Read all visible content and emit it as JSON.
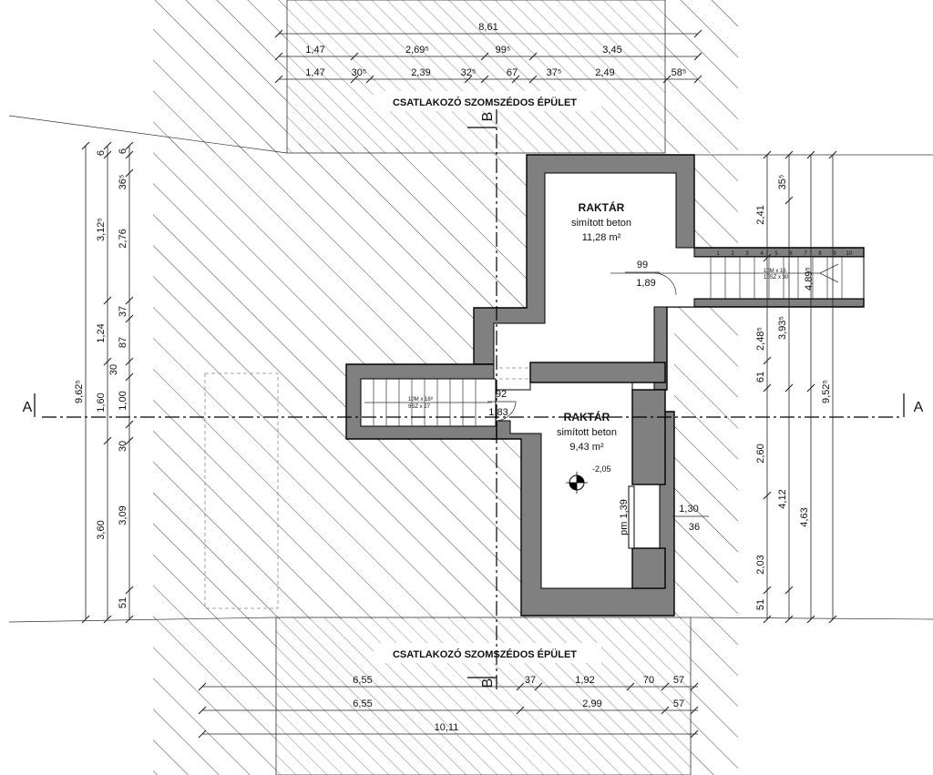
{
  "neighbor_label": "CSATLAKOZÓ SZOMSZÉDOS ÉPÜLET",
  "sections": {
    "a": "A",
    "b": "B"
  },
  "room1": {
    "name": "RAKTÁR",
    "finish": "simított beton",
    "area": "11,28 m²"
  },
  "room2": {
    "name": "RAKTÁR",
    "finish": "simított beton",
    "area": "9,43 m²"
  },
  "top_dims": {
    "overall": "8,61",
    "row2": [
      "1,47",
      "2,69⁵",
      "99⁵",
      "3,45"
    ],
    "row3": [
      "1,47",
      "30⁵",
      "2,39",
      "32⁵",
      "67",
      "37⁵",
      "2,49",
      "58⁵"
    ]
  },
  "bottom_dims": {
    "row1": [
      "6,55",
      "37",
      "1,92",
      "70",
      "57"
    ],
    "row2": [
      "6,55",
      "2,99",
      "57"
    ],
    "overall": "10,11"
  },
  "left_dims": {
    "overall": "9,62⁵",
    "col2": [
      "6",
      "3,12⁵",
      "1,24",
      "1,60",
      "3,60"
    ],
    "col3": [
      "6",
      "36⁵",
      "2,76",
      "37",
      "87",
      "30",
      "1,00",
      "30",
      "3,09",
      "51"
    ]
  },
  "right_dims": {
    "inner": [
      "2,41",
      "2,48⁵",
      "61",
      "2,60",
      "2,03",
      "51"
    ],
    "mid": [
      "35⁵",
      "3,93⁵",
      "4,12"
    ],
    "outer": [
      "9,52⁵",
      "4,63"
    ]
  },
  "interior": {
    "door_99": "99",
    "door_189": "1,89",
    "stair_right_len": "4,89⁵",
    "stair_right_spec1": "10M x 16",
    "stair_right_spec2": "10SZ x 30",
    "step_numbers": [
      "1",
      "2",
      "3",
      "4",
      "5",
      "6",
      "7",
      "8",
      "9",
      "10"
    ],
    "stair_left_spec1": "10M x 18⁸",
    "stair_left_spec2": "9SZ x 27",
    "door_92": "92",
    "door_183": "1,83",
    "level": "-2,05",
    "pm": "pm 1,39",
    "win_130": "1,30",
    "win_36": "36"
  }
}
